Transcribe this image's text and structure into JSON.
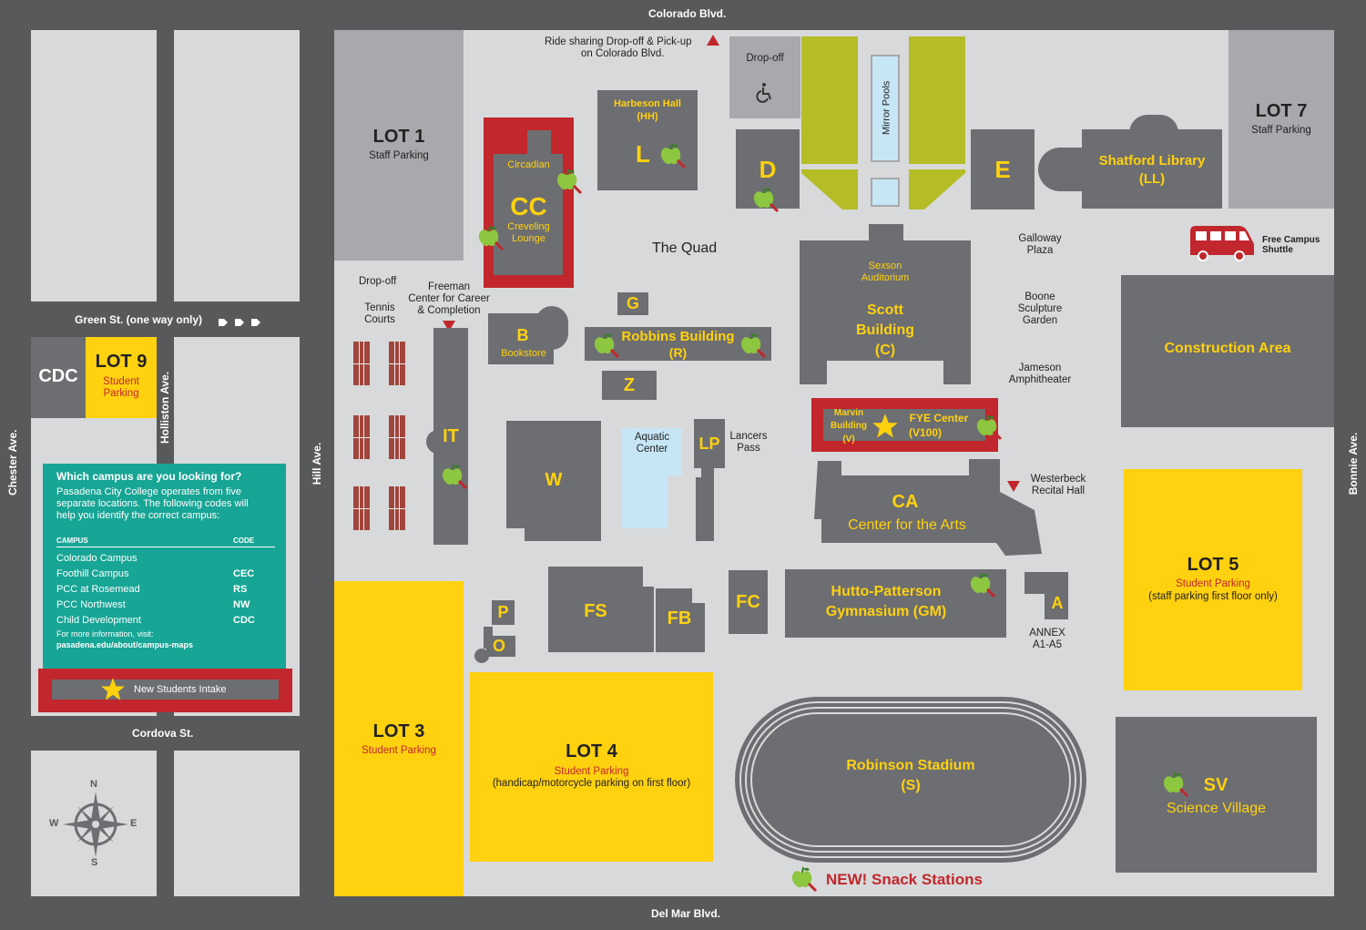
{
  "roads": {
    "north": "Colorado Blvd.",
    "south": "Del Mar Blvd.",
    "green": "Green St. (one way only)",
    "cordova": "Cordova St.",
    "chester": "Chester Ave.",
    "holliston": "Holliston Ave.",
    "hill": "Hill Ave.",
    "bonnie": "Bonnie Ave."
  },
  "lots": {
    "lot1": {
      "name": "LOT 1",
      "sub": "Staff Parking"
    },
    "lot3": {
      "name": "LOT 3",
      "sub": "Student Parking"
    },
    "lot4": {
      "name": "LOT 4",
      "sub": "Student Parking",
      "sub2": "(handicap/motorcycle parking on first floor)"
    },
    "lot5": {
      "name": "LOT 5",
      "sub": "Student Parking",
      "sub2": "(staff parking first floor only)"
    },
    "lot7": {
      "name": "LOT 7",
      "sub": "Staff Parking"
    },
    "lot9": {
      "name": "LOT 9",
      "sub": "Student",
      "sub_b": "Parking"
    }
  },
  "buildings": {
    "cdc": "CDC",
    "harbeson": {
      "name": "Harbeson Hall",
      "code": "(HH)",
      "letter": "L"
    },
    "cc": {
      "pre": "Circadian",
      "letter": "CC",
      "name": "Creveling",
      "name_b": "Lounge"
    },
    "d": "D",
    "e": "E",
    "shatford": {
      "name": "Shatford Library",
      "code": "(LL)"
    },
    "mirror": "Mirror Pools",
    "dropoff_top": "Drop-off",
    "quad": "The Quad",
    "sexson": {
      "name": "Sexson",
      "name_b": "Auditorium"
    },
    "scott": {
      "name": "Scott",
      "name_b": "Building",
      "code": "(C)"
    },
    "galloway": {
      "name": "Galloway",
      "name_b": "Plaza"
    },
    "boone": {
      "name": "Boone",
      "name_b": "Sculpture",
      "name_c": "Garden"
    },
    "jameson": {
      "name": "Jameson",
      "name_b": "Amphitheater"
    },
    "construction": "Construction Area",
    "shuttle": {
      "name": "Free Campus",
      "name_b": "Shuttle"
    },
    "dropoff_left": "Drop-off",
    "tennis": {
      "name": "Tennis",
      "name_b": "Courts"
    },
    "freeman": {
      "name": "Freeman",
      "name_b": "Center for Career",
      "name_c": "& Completion"
    },
    "bookstore": {
      "letter": "B",
      "name": "Bookstore"
    },
    "g": "G",
    "robbins": {
      "name": "Robbins Building",
      "code": "(R)"
    },
    "z": "Z",
    "it": "IT",
    "w": "W",
    "aquatic": {
      "name": "Aquatic",
      "name_b": "Center"
    },
    "lp": "LP",
    "lancers": {
      "name": "Lancers",
      "name_b": "Pass"
    },
    "marvin": {
      "name": "Marvin",
      "name_b": "Building",
      "code": "(V)"
    },
    "fye": {
      "name": "FYE Center",
      "code": "(V100)"
    },
    "ca": {
      "letter": "CA",
      "name": "Center for the Arts"
    },
    "westerbeck": {
      "name": "Westerbeck",
      "name_b": "Recital Hall"
    },
    "p": "P",
    "o": "O",
    "fs": "FS",
    "fb": "FB",
    "fc": "FC",
    "hutto": {
      "name": "Hutto-Patterson",
      "name_b": "Gymnasium (GM)"
    },
    "annex": {
      "letter": "A",
      "name": "ANNEX",
      "name_b": "A1-A5"
    },
    "stadium": {
      "name": "Robinson Stadium",
      "code": "(S)"
    },
    "sv": {
      "letter": "SV",
      "name": "Science Village"
    },
    "rideshare": {
      "line1": "Ride sharing Drop-off & Pick-up",
      "line2": "on Colorado Blvd."
    }
  },
  "legend": {
    "snack": "NEW! Snack Stations"
  },
  "info_box": {
    "title": "Which campus are you looking for?",
    "body1": "Pasadena City College operates from five",
    "body2": "separate locations. The following codes will",
    "body3": "help you identify the correct campus:",
    "col_campus": "CAMPUS",
    "col_code": "CODE",
    "rows": [
      {
        "campus": "Colorado Campus",
        "code": ""
      },
      {
        "campus": "Foothill Campus",
        "code": "CEC"
      },
      {
        "campus": "PCC at Rosemead",
        "code": "RS"
      },
      {
        "campus": "PCC Northwest",
        "code": "NW"
      },
      {
        "campus": "Child Development",
        "code": "CDC"
      }
    ],
    "more1": "For more information, visit:",
    "more2": "pasadena.edu/about/campus-maps",
    "intake": "New Students Intake"
  },
  "compass": {
    "n": "N",
    "s": "S",
    "e": "E",
    "w": "W"
  },
  "colors": {
    "road": "#58595b",
    "block": "#d8d9da",
    "building": "#6d6e71",
    "lot_yellow": "#ffd10f",
    "accent_red": "#c1272d",
    "grass": "#b5bd26",
    "water": "#c6e6f6",
    "teal": "#17a595"
  }
}
